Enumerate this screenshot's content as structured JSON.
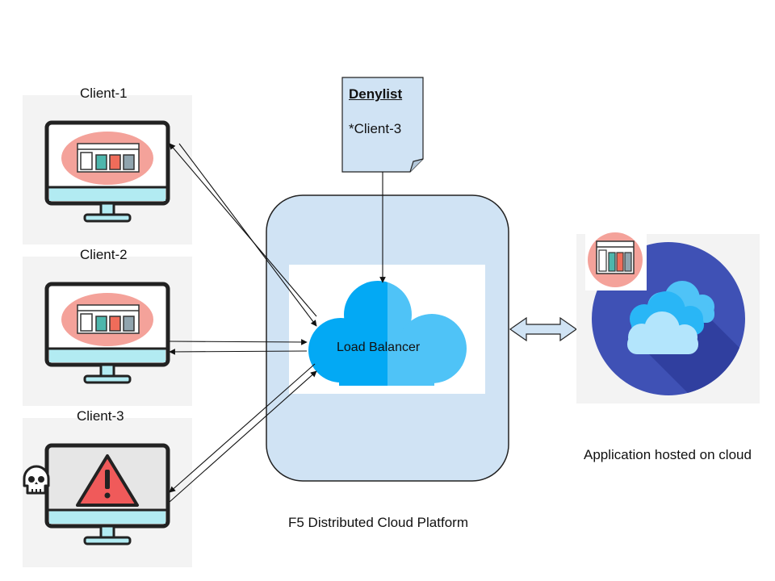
{
  "clients": [
    {
      "label": "Client-1",
      "status": "normal"
    },
    {
      "label": "Client-2",
      "status": "normal"
    },
    {
      "label": "Client-3",
      "status": "blocked"
    }
  ],
  "denylist": {
    "title": "Denylist",
    "entry": "*Client-3"
  },
  "platform": {
    "caption": "F5 Distributed Cloud Platform",
    "color": "#d0e3f4"
  },
  "load_balancer": {
    "label": "Load Balancer",
    "color_left": "#03a9f4",
    "color_right": "#4fc3f7"
  },
  "app": {
    "caption": "Application hosted on cloud",
    "circle_color": "#3f51b5"
  },
  "colors": {
    "monitor_frame": "#222222",
    "monitor_base": "#b2ebf2",
    "screen_blob": "#f4a29a",
    "warning": "#f05a5a"
  }
}
